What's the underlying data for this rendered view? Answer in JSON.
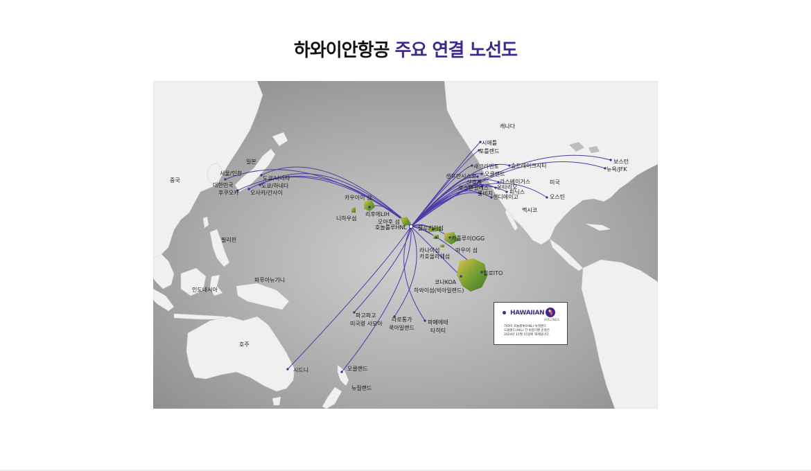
{
  "title": {
    "part1": "하와이안항공",
    "part2": "주요 연결 노선도"
  },
  "colors": {
    "accent": "#3f2a8c",
    "route": "#4a3aa8",
    "land": "#f0f0f0",
    "ocean": "#9e9e9e"
  },
  "regions": {
    "canada": "캐나다",
    "usa": "미국",
    "mexico": "멕시코",
    "china": "중국",
    "japan": "일본",
    "philippines": "필리핀",
    "indonesia": "인도네시아",
    "png": "파푸아뉴기니",
    "australia": "호주",
    "nz": "뉴질랜드"
  },
  "cities": {
    "seattle": "시애틀",
    "portland": "포틀랜드",
    "boston": "보스턴",
    "newyork": "뉴욕/JFK",
    "sacramento": "새크라멘토",
    "saltlake": "솔트레이크시티",
    "oakland": "오클랜드",
    "sanfrancisco": "샌프란시스코",
    "sanjose": "산호세",
    "lasvegas": "라스베이거스",
    "losangeles": "로스앤젤레스",
    "ontario": "온타리오",
    "longbeach": "롱비치",
    "phoenix": "피닉스",
    "sandiego": "샌디에이고",
    "austin": "오스틴",
    "seoul": "서울/인천",
    "korea": "대한민국",
    "fukuoka": "후쿠오카",
    "narita": "도쿄/나리타",
    "haneda": "도쿄/하네다",
    "osaka": "오사카/간사이",
    "kauai": "카우아이 섬",
    "lihue": "리후에LIH",
    "niihau": "니하우섬",
    "oahu": "오아후 섬",
    "honolulu": "호놀룰루HNL",
    "molokai": "몰로카이섬",
    "kahului": "카훌루이OGG",
    "lanai": "라나이섬",
    "kahoolawe": "카호올라웨섬",
    "maui": "마우이 섬",
    "hilo": "힐로ITO",
    "kona": "코나KOA",
    "bigisland": "하와이섬(빅아일랜드)",
    "pagopago": "파고파고",
    "amsamoa": "미국령 사모아",
    "rarotonga": "라로통가",
    "cookislands": "쿡아일랜드",
    "papeete": "파페에테",
    "tahiti": "타히티",
    "sydney": "시드니",
    "auckland": "오클랜드"
  },
  "legend": {
    "brand": "HAWAIIAN",
    "brand_sub": "AIRLINES.",
    "note_1": "하와이 호놀룰루(HNL)-뉴질랜드",
    "note_2": "오클랜드(AKL) 간 비정기편 운항은",
    "note_3": "2024년 11월 15일에 재개됩니다."
  }
}
